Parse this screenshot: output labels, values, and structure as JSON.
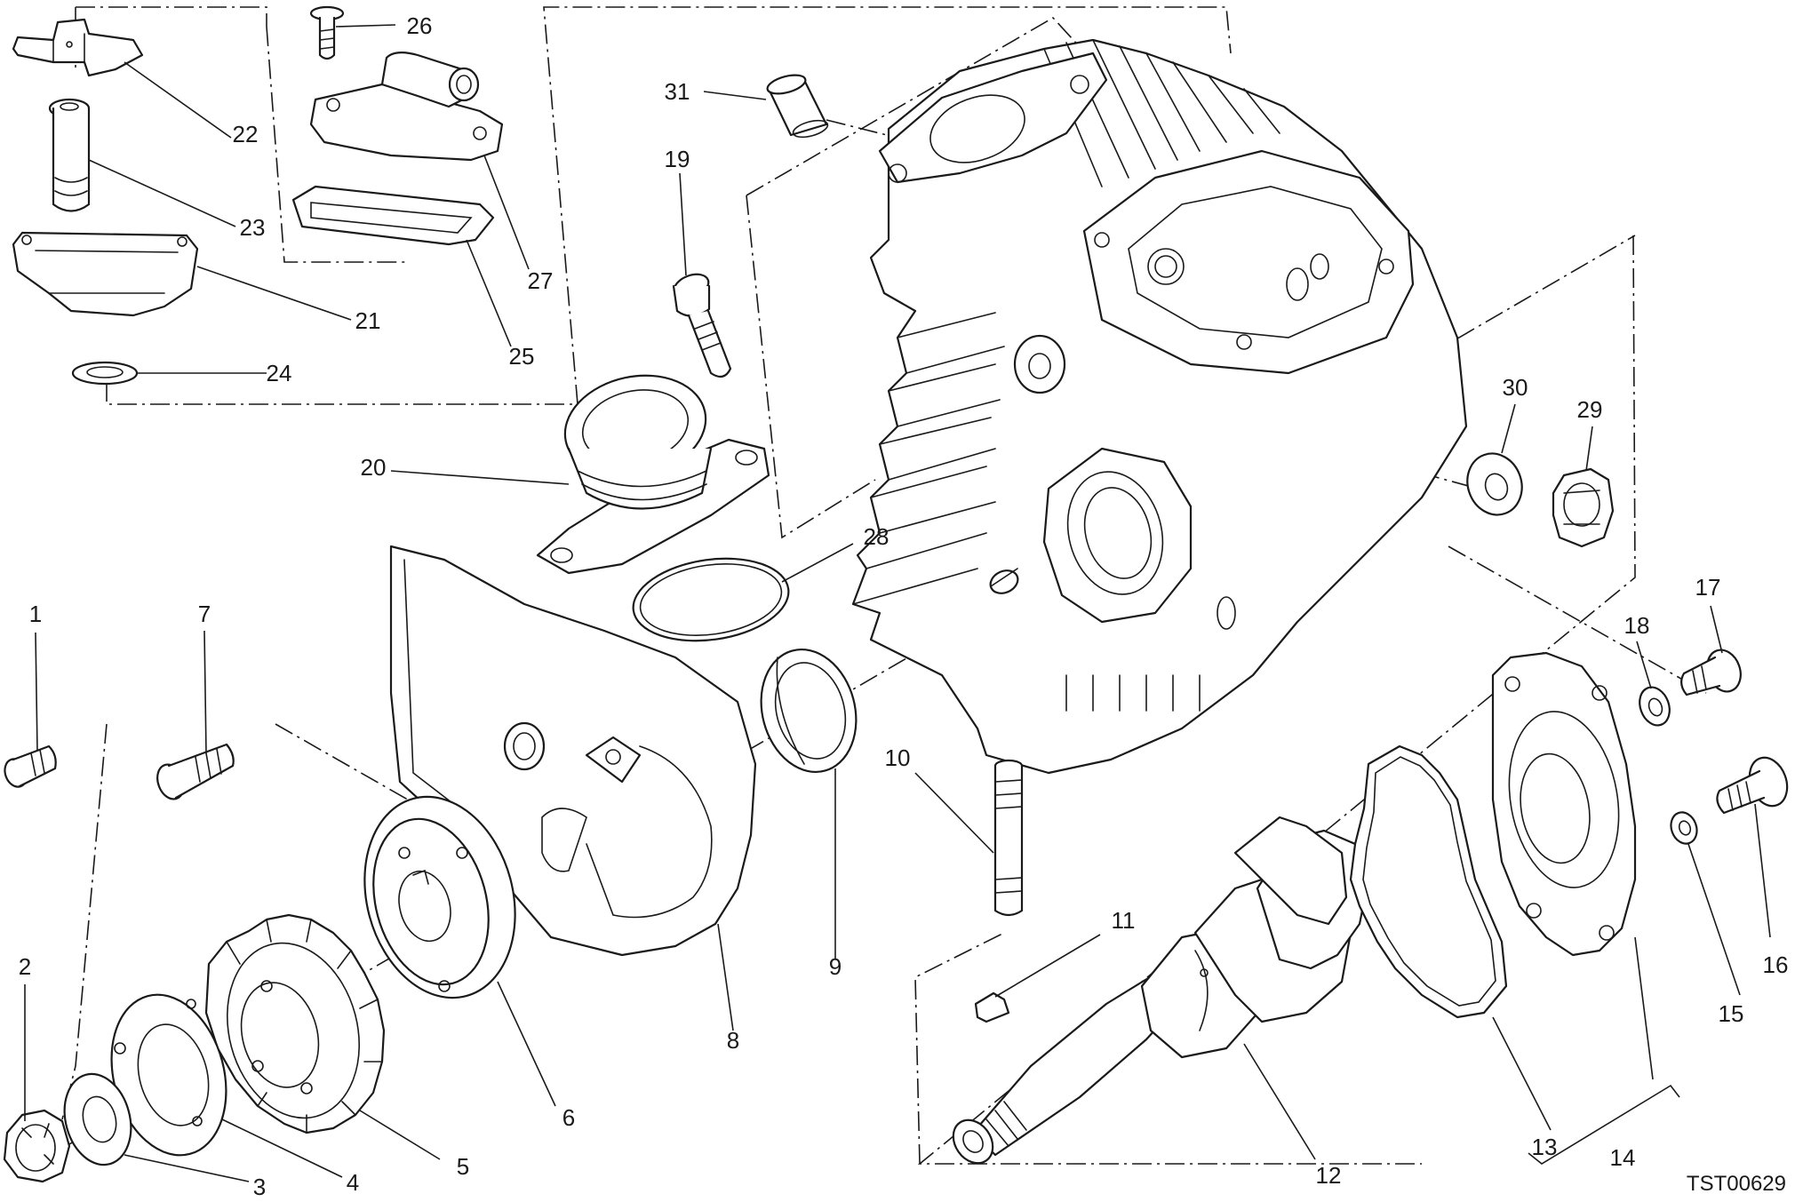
{
  "drawing_code": "TST00629",
  "callouts": [
    "1",
    "2",
    "3",
    "4",
    "5",
    "6",
    "7",
    "8",
    "9",
    "10",
    "11",
    "12",
    "13",
    "14",
    "15",
    "16",
    "17",
    "18",
    "19",
    "20",
    "21",
    "22",
    "23",
    "24",
    "25",
    "26",
    "27",
    "28",
    "29",
    "30",
    "31"
  ]
}
